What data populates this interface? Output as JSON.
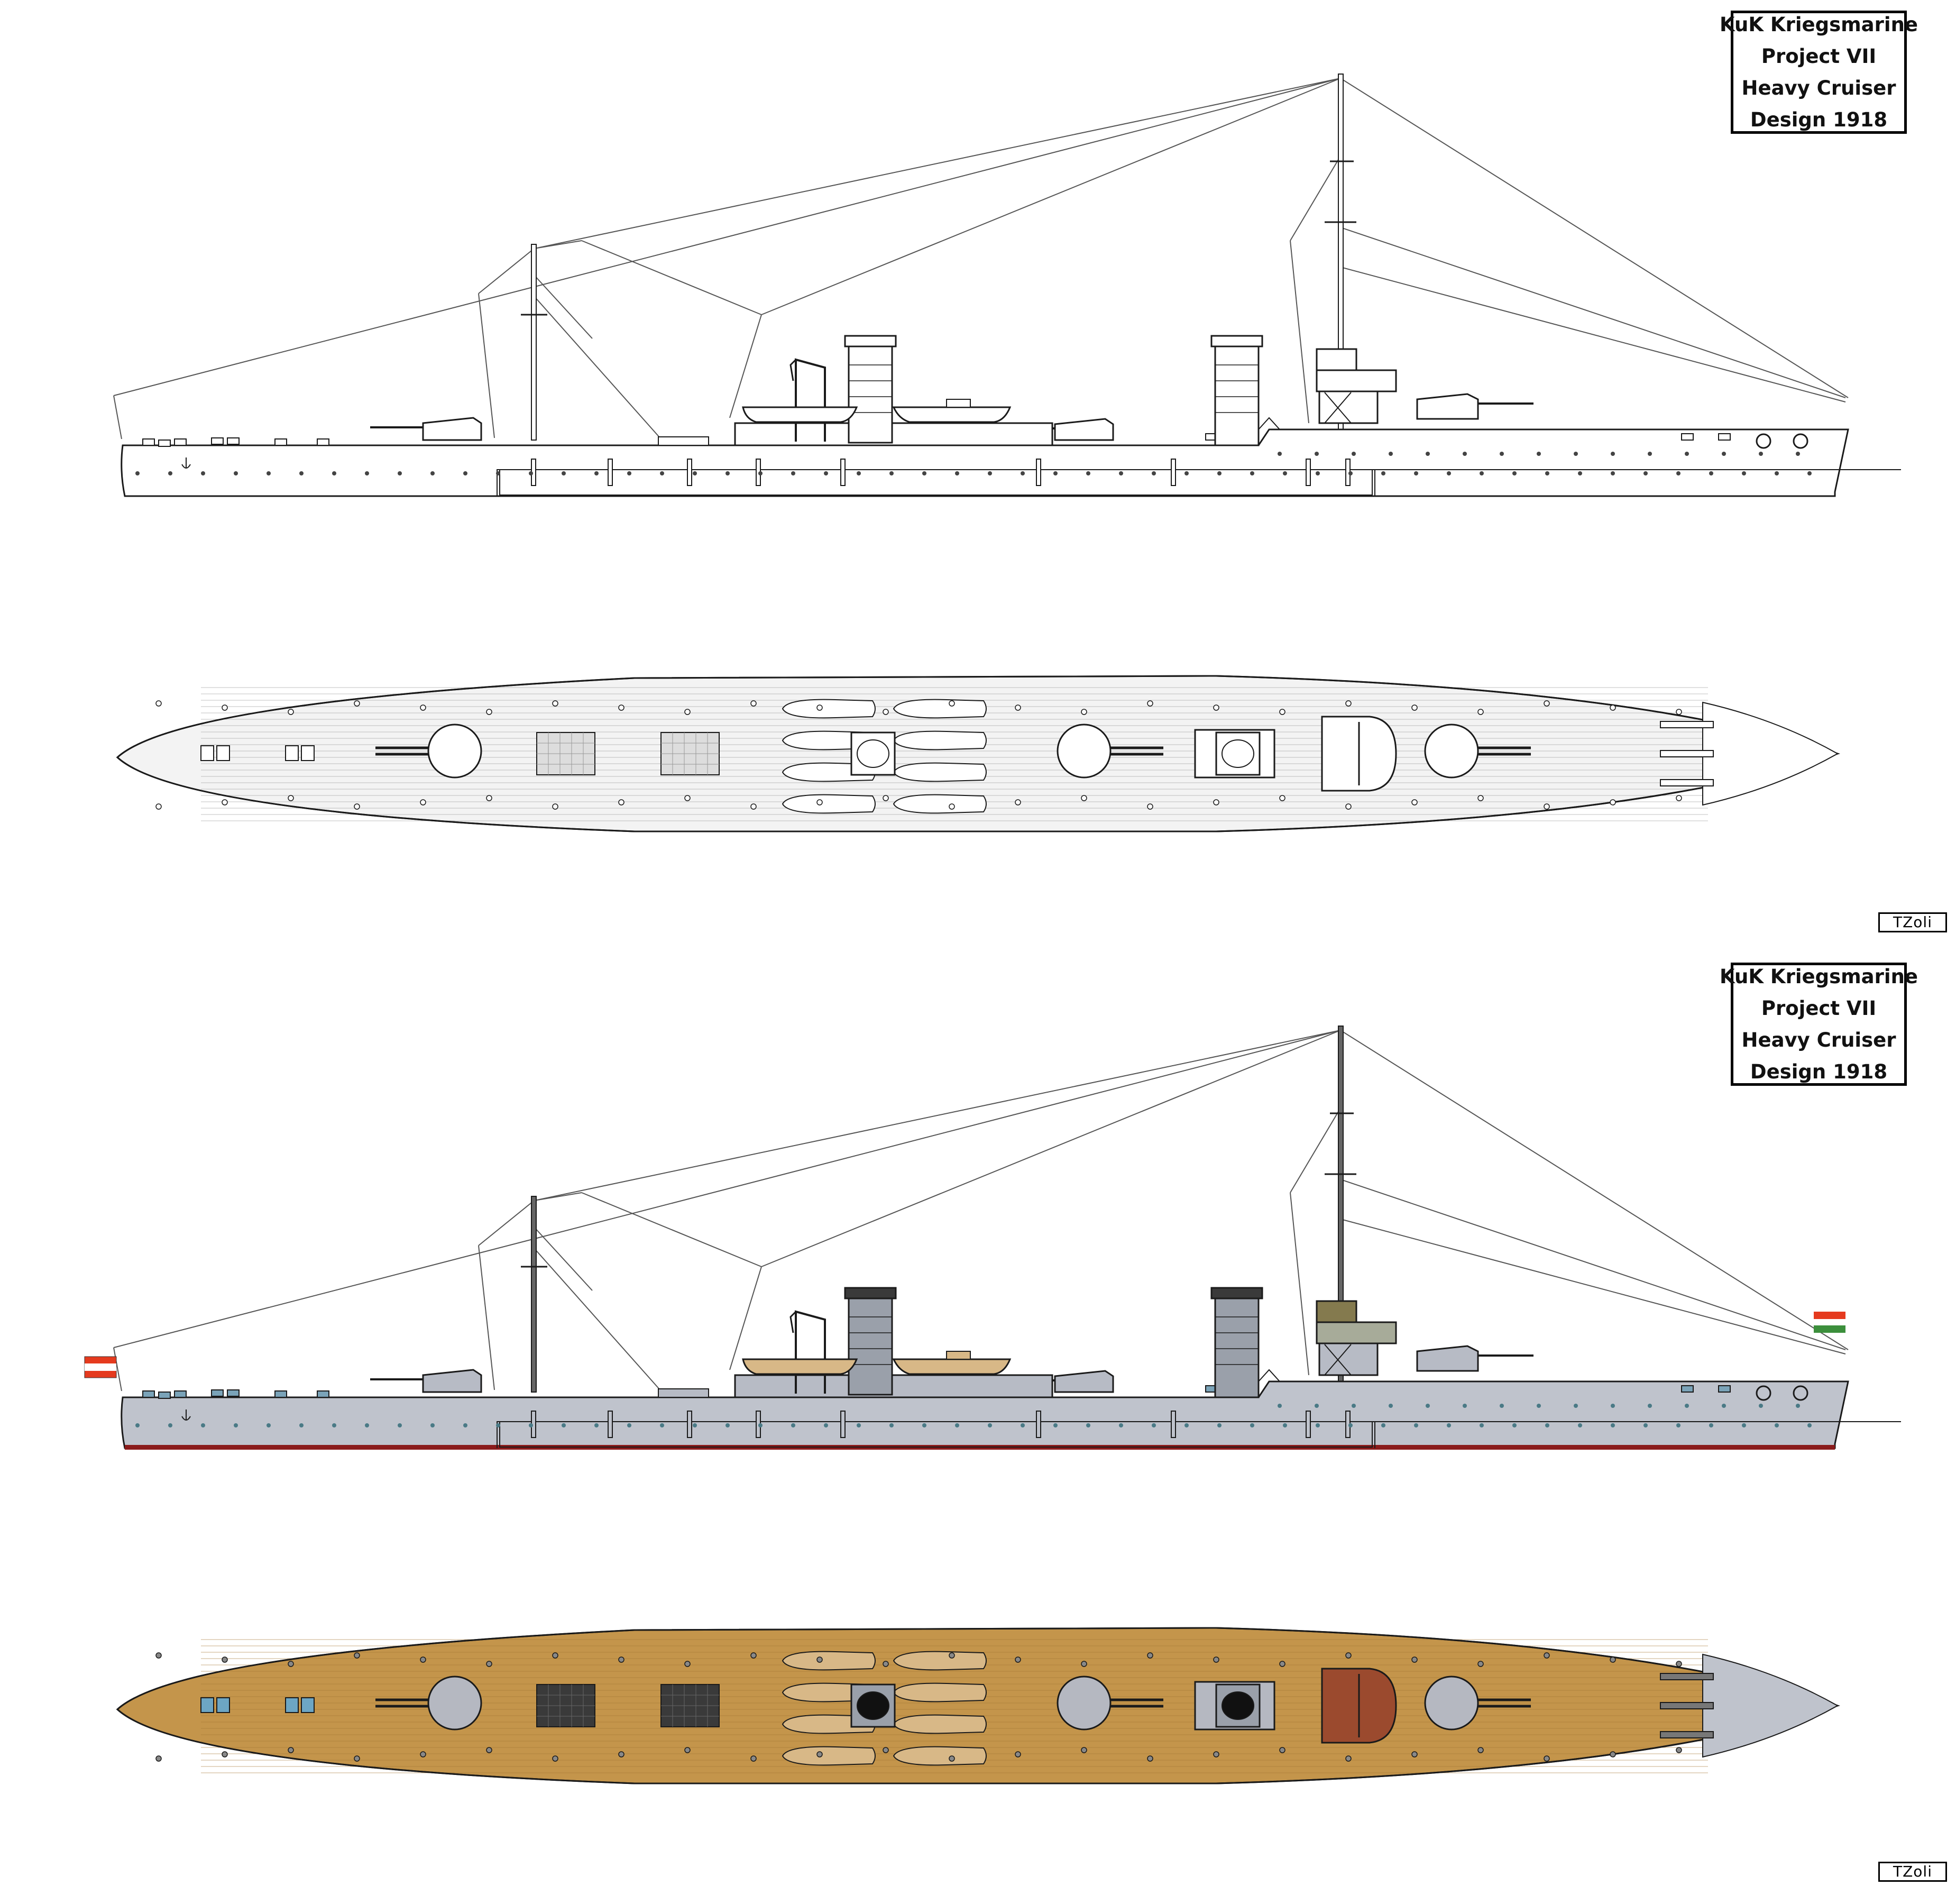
{
  "plates": [
    {
      "id": "line-drawing",
      "title_lines": [
        "KuK Kriegsmarine",
        "Project VII",
        "Heavy Cruiser",
        "Design 1918"
      ],
      "signature": "TZoli",
      "scheme": "outline"
    },
    {
      "id": "color-scheme",
      "title_lines": [
        "KuK Kriegsmarine",
        "Project VII",
        "Heavy Cruiser",
        "Design 1918"
      ],
      "signature": "TZoli",
      "scheme": "color"
    }
  ],
  "colors": {
    "outline": "#1a1a1a",
    "hull_grey": "#bfc3cc",
    "deck_wood": "#c4954b",
    "deck_white": "#f3f3f3",
    "boat_tan": "#d8b887",
    "boot_topping_red": "#8a1b1b",
    "funnel_cap_dark": "#3a3a3a",
    "olive_bridge": "#847a4e",
    "flag_red": "#e53a1e",
    "flag_green": "#3c8f3c",
    "porthole_teal": "#4a7a86",
    "rigging": "#555555"
  }
}
